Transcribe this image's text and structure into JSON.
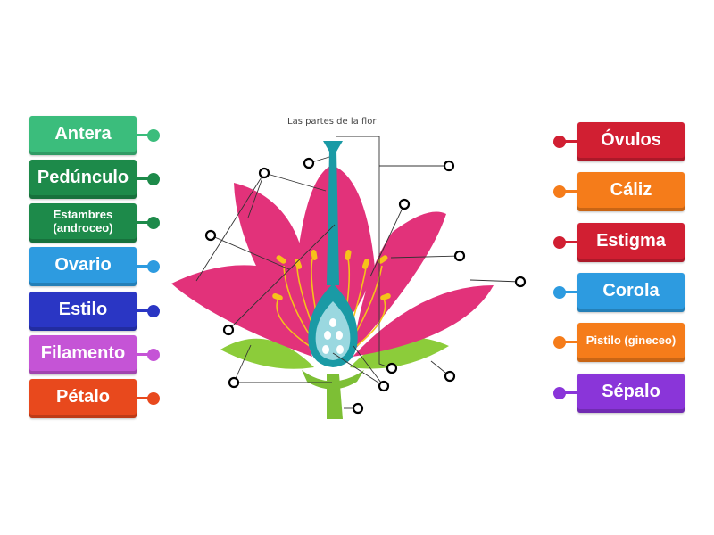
{
  "diagram_title": "Las partes de la flor",
  "left_tiles": [
    {
      "label": "Antera",
      "color": "#3bbd7c",
      "dot_color": "#3bbd7c"
    },
    {
      "label": "Pedúnculo",
      "color": "#1d8a4a",
      "dot_color": "#1d8a4a"
    },
    {
      "label": "Estambres (androceo)",
      "color": "#1d8a4a",
      "dot_color": "#1d8a4a"
    },
    {
      "label": "Ovario",
      "color": "#2d9be0",
      "dot_color": "#2d9be0"
    },
    {
      "label": "Estilo",
      "color": "#2a36c4",
      "dot_color": "#2a36c4"
    },
    {
      "label": "Filamento",
      "color": "#c554d6",
      "dot_color": "#c554d6"
    },
    {
      "label": "Pétalo",
      "color": "#e8491d",
      "dot_color": "#e8491d"
    }
  ],
  "right_tiles": [
    {
      "label": "Óvulos",
      "color": "#d11f32",
      "dot_color": "#d11f32"
    },
    {
      "label": "Cáliz",
      "color": "#f57c1a",
      "dot_color": "#f57c1a"
    },
    {
      "label": "Estigma",
      "color": "#d11f32",
      "dot_color": "#d11f32"
    },
    {
      "label": "Corola",
      "color": "#2d9be0",
      "dot_color": "#2d9be0"
    },
    {
      "label": "Pistilo (gineceo)",
      "color": "#f57c1a",
      "dot_color": "#f57c1a"
    },
    {
      "label": "Sépalo",
      "color": "#8a35d9",
      "dot_color": "#8a35d9"
    }
  ],
  "colors": {
    "petal": "#e2327a",
    "pistil": "#1a9aa5",
    "ovary_fill": "#9ad8e0",
    "stamen": "#f6c21a",
    "sepal": "#8ccc3a",
    "stem": "#7dbf35"
  }
}
